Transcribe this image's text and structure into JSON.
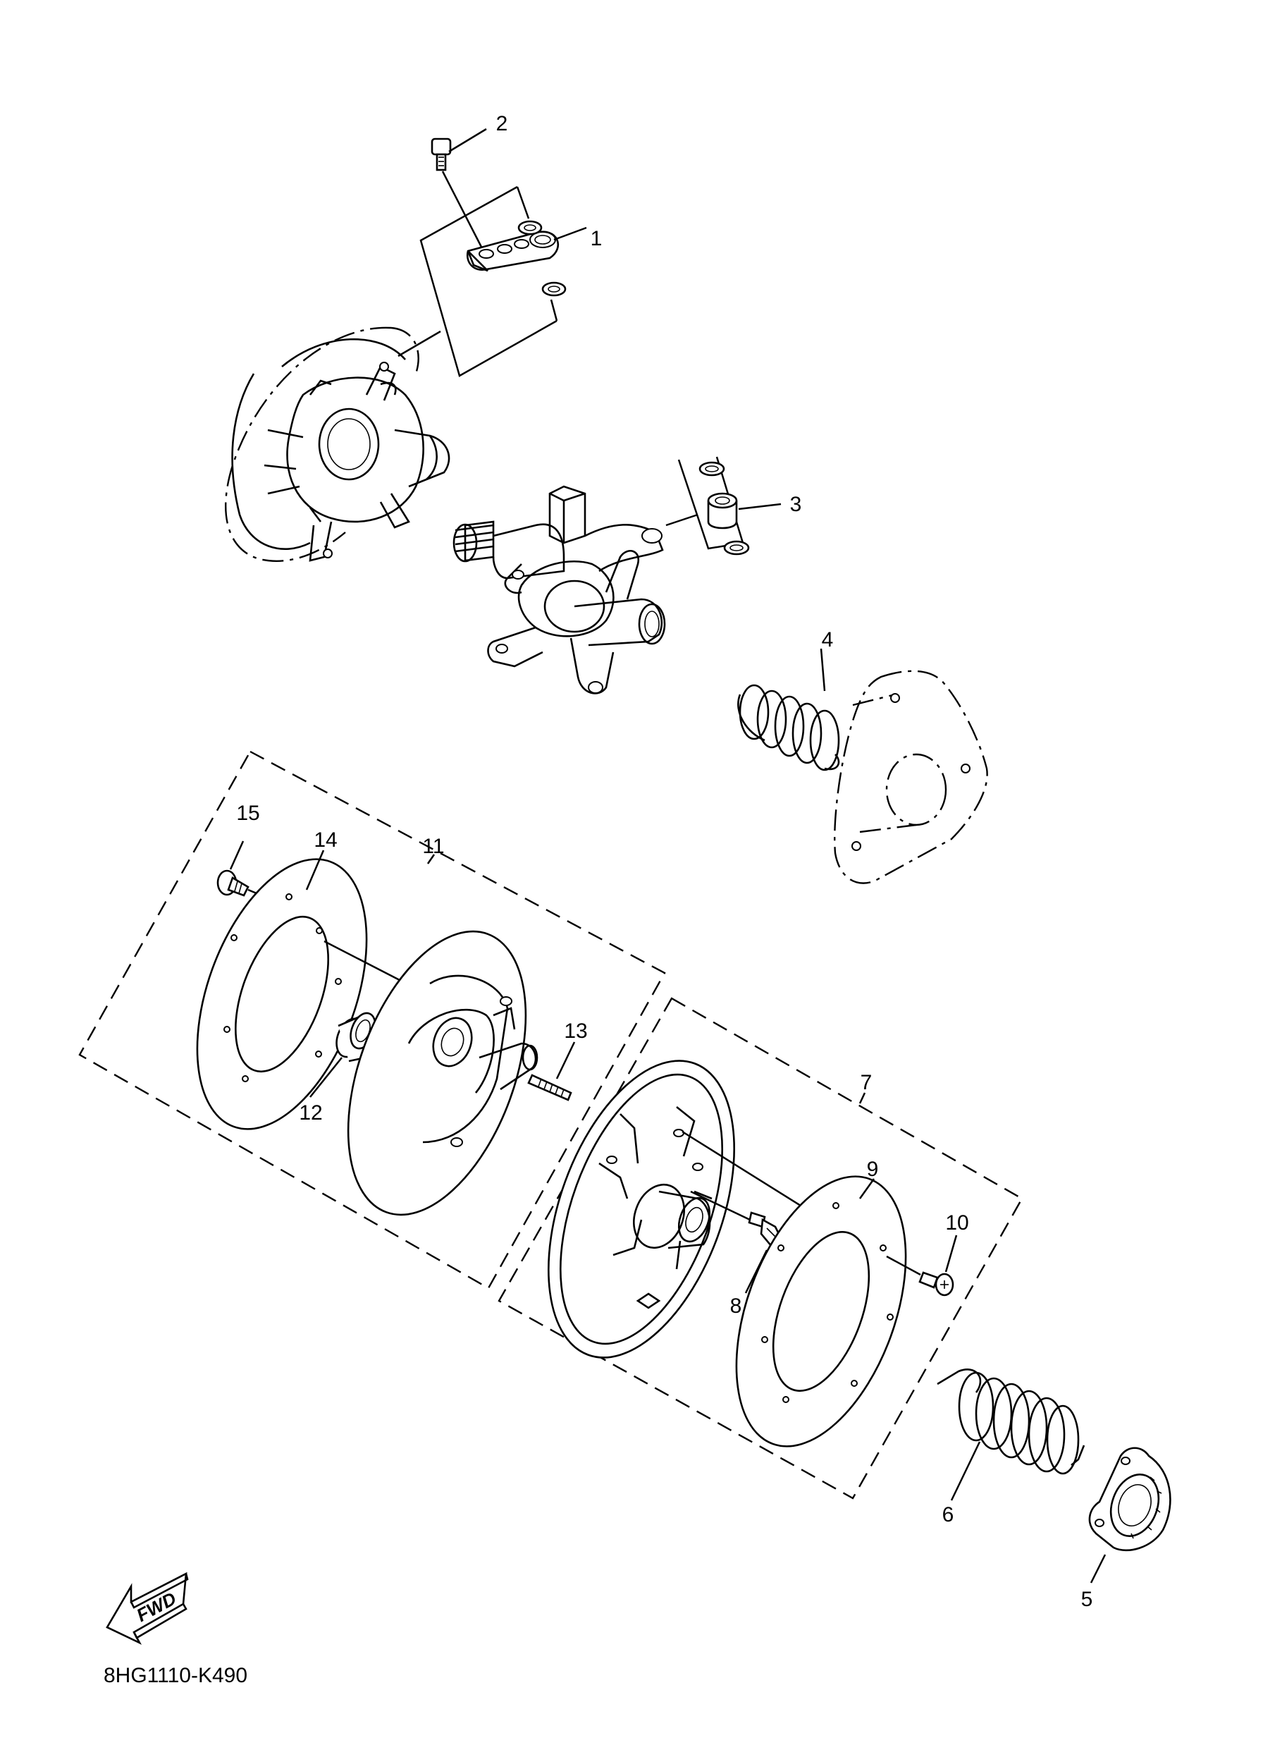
{
  "diagram": {
    "code": "8HG1110-K490",
    "fwd_label": "FWD",
    "callouts": [
      {
        "id": "c1",
        "label": "1"
      },
      {
        "id": "c2",
        "label": "2"
      },
      {
        "id": "c3",
        "label": "3"
      },
      {
        "id": "c4",
        "label": "4"
      },
      {
        "id": "c5",
        "label": "5"
      },
      {
        "id": "c6",
        "label": "6"
      },
      {
        "id": "c7",
        "label": "7"
      },
      {
        "id": "c8",
        "label": "8"
      },
      {
        "id": "c9",
        "label": "9"
      },
      {
        "id": "c10",
        "label": "10"
      },
      {
        "id": "c11",
        "label": "11"
      },
      {
        "id": "c12",
        "label": "12"
      },
      {
        "id": "c13",
        "label": "13"
      },
      {
        "id": "c14",
        "label": "14"
      },
      {
        "id": "c15",
        "label": "15"
      }
    ]
  }
}
